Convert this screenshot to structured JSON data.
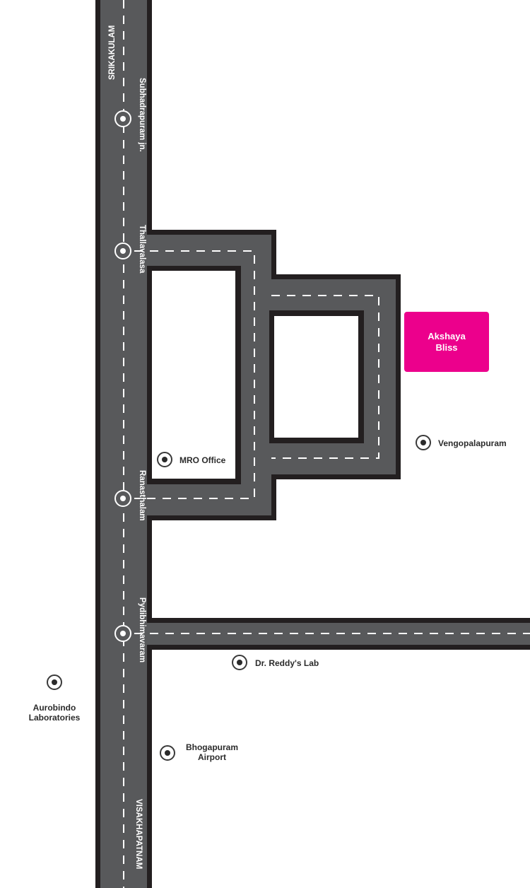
{
  "colors": {
    "road_fill": "#58595b",
    "road_edge": "#231f20",
    "lane_marking": "#ffffff",
    "destination": "#ec008c",
    "label_text": "#2b2b2b",
    "background": "#ffffff"
  },
  "roads": {
    "north_direction": "SRIKAKULAM",
    "south_direction": "VISAKHAPATNAM"
  },
  "junctions": [
    {
      "name": "Subhadrapuram jn.",
      "icon": "junction-marker-icon"
    },
    {
      "name": "Thallavalasa",
      "icon": "junction-marker-icon"
    },
    {
      "name": "Ranasthalam",
      "icon": "junction-marker-icon"
    },
    {
      "name": "Pydibhimavaram",
      "icon": "junction-marker-icon"
    }
  ],
  "destination": {
    "line1": "Akshaya",
    "line2": "Bliss"
  },
  "landmarks": [
    {
      "name": "MRO Office",
      "icon": "location-marker-icon"
    },
    {
      "name": "Vengopalapuram",
      "icon": "location-marker-icon"
    },
    {
      "name": "Dr. Reddy's Lab",
      "icon": "location-marker-icon"
    },
    {
      "line1": "Aurobindo",
      "line2": "Laboratories",
      "icon": "location-marker-icon"
    },
    {
      "line1": "Bhogapuram",
      "line2": "Airport",
      "icon": "location-marker-icon"
    }
  ]
}
